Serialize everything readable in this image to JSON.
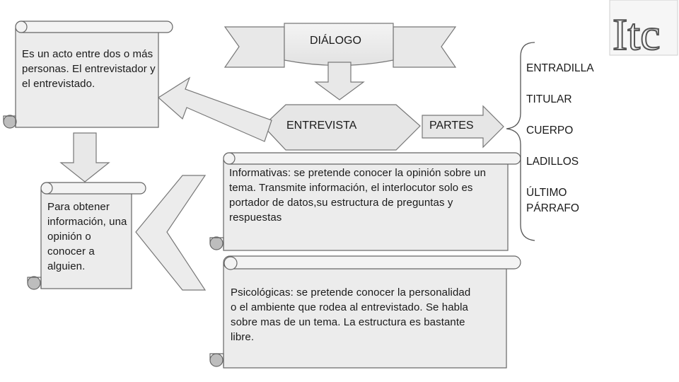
{
  "dialogo": "DIÁLOGO",
  "entrevista": "ENTREVISTA",
  "partes": "PARTES",
  "scroll_top": "Es un acto entre dos o más personas. El entrevistador y el entrevistado.",
  "scroll_left": "Para obtener información, una opinión o conocer a alguien.",
  "informativas": "Informativas: se pretende conocer la opinión sobre un tema. Transmite información, el interlocutor solo es portador de datos,su estructura de preguntas y respuestas",
  "psicologicas": "Psicológicas: se pretende conocer la personalidad o el ambiente que rodea al entrevistado. Se habla sobre mas de un tema. La estructura es bastante libre.",
  "partes_list": [
    "ENTRADILLA",
    "TITULAR",
    "CUERPO",
    "LADILLOS",
    "ÚLTIMO PÁRRAFO"
  ],
  "logo_text": "Itc"
}
